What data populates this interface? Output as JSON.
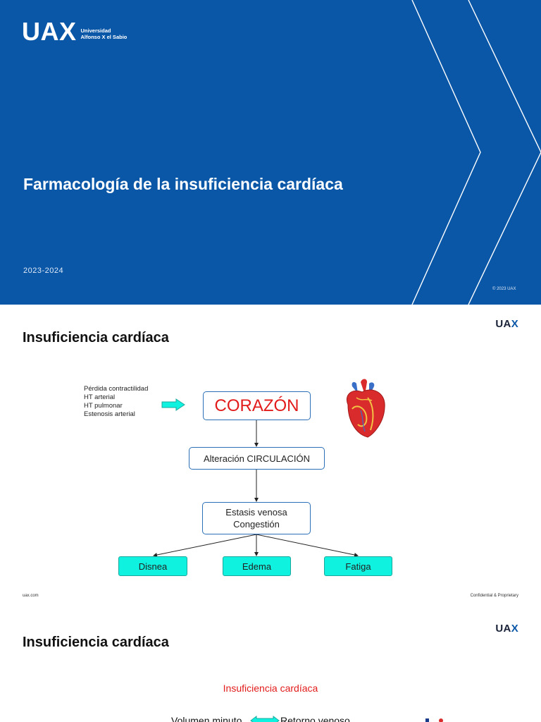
{
  "slide1": {
    "logo": {
      "mark": "UAX",
      "line1": "Universidad",
      "line2": "Alfonso X el Sabio"
    },
    "title": "Farmacología de la insuficiencia cardíaca",
    "year": "2023-2024",
    "copyright": "© 2023 UAX",
    "colors": {
      "background": "#0a57a8",
      "chevron_lines": "#ffffff"
    }
  },
  "slide2": {
    "logo": {
      "ua": "UA",
      "x": "X"
    },
    "title": "Insuficiencia cardíaca",
    "causes": [
      "Pérdida contractilidad",
      "HT arterial",
      "HT pulmonar",
      "Estenosis arterial"
    ],
    "heart_box": "CORAZÓN",
    "circulation_box": "Alteración CIRCULACIÓN",
    "stasis_box": [
      "Estasis venosa",
      "Congestión"
    ],
    "symptoms": [
      "Disnea",
      "Edema",
      "Fatiga"
    ],
    "heart_icon": "anatomical-heart-icon",
    "arrow_icon": "right-block-arrow-icon",
    "footer_left": "uax.com",
    "footer_right": "Confidential & Proprietary",
    "colors": {
      "heart_text": "#e21b1b",
      "box_border": "#2a6fb7",
      "symptom_fill": "#10f2e0",
      "logo_x": "#0a57a8"
    }
  },
  "slide3": {
    "logo": {
      "ua": "UA",
      "x": "X"
    },
    "title": "Insuficiencia cardíaca",
    "subtitle": "Insuficiencia cardíaca",
    "left_label": "Volumen minuto",
    "right_label": "Retorno venoso",
    "double_arrow_icon": "double-block-arrow-icon"
  }
}
